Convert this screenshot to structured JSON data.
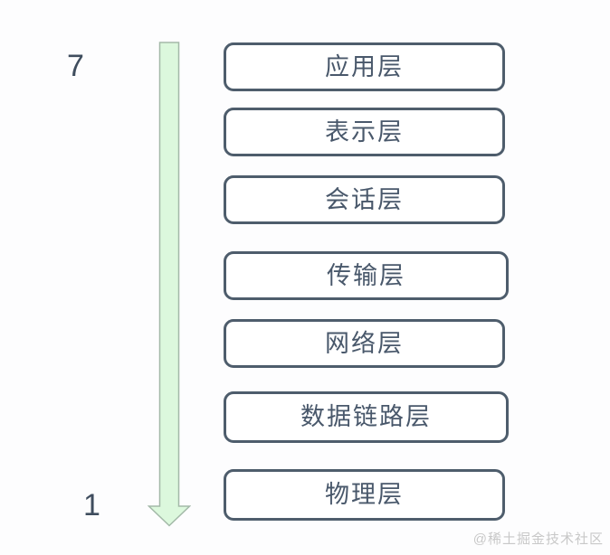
{
  "diagram": {
    "top_label": "7",
    "bottom_label": "1",
    "layers": [
      {
        "label": "应用层"
      },
      {
        "label": "表示层"
      },
      {
        "label": "会话层"
      },
      {
        "label": "传输层"
      },
      {
        "label": "网络层"
      },
      {
        "label": "数据链路层"
      },
      {
        "label": "物理层"
      }
    ],
    "arrow": {
      "icon": "arrow-down-icon",
      "direction": "down",
      "fill": "#dcf8dd",
      "stroke": "#a3b9a8"
    },
    "colors": {
      "box_border": "#4e5d6c",
      "box_text": "#49586b",
      "number_label": "#3f4d5e",
      "watermark": "#c8c8c8"
    },
    "watermark": "@稀土掘金技术社区"
  }
}
